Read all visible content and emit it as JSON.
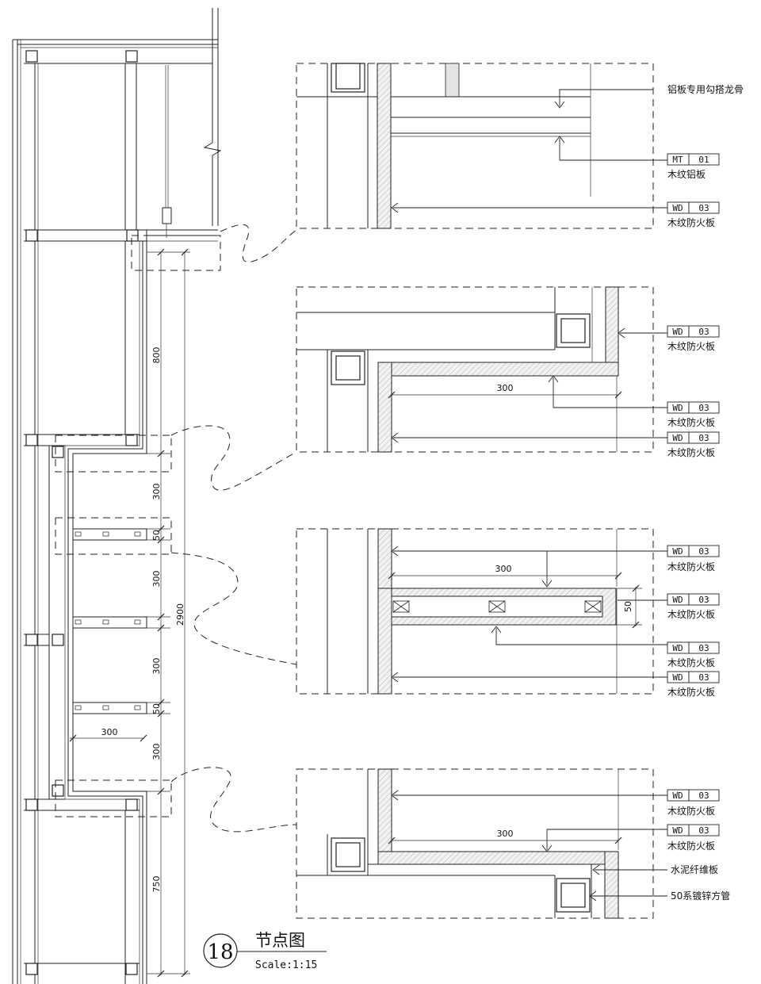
{
  "title_block": {
    "number": "18",
    "title": "节点图",
    "scale": "Scale:1:15"
  },
  "elevation": {
    "dims": {
      "d800": "800",
      "d300a": "300",
      "d50a": "50",
      "d300b": "300",
      "d2900": "2900",
      "d300c": "300",
      "d50b": "50",
      "d300d": "300",
      "d750": "750",
      "w300": "300"
    }
  },
  "detail1": {
    "callouts": [
      {
        "text": "铝板专用勾搭龙骨"
      },
      {
        "code": "MT",
        "num": "01",
        "text": "木纹铝板"
      },
      {
        "code": "WD",
        "num": "03",
        "text": "木纹防火板"
      }
    ]
  },
  "detail2": {
    "dim": "300",
    "callouts": [
      {
        "code": "WD",
        "num": "03",
        "text": "木纹防火板"
      },
      {
        "code": "WD",
        "num": "03",
        "text": "木纹防火板"
      },
      {
        "code": "WD",
        "num": "03",
        "text": "木纹防火板"
      }
    ]
  },
  "detail3": {
    "dim": "300",
    "dim_v": "50",
    "callouts": [
      {
        "code": "WD",
        "num": "03",
        "text": "木纹防火板"
      },
      {
        "code": "WD",
        "num": "03",
        "text": "木纹防火板"
      },
      {
        "code": "WD",
        "num": "03",
        "text": "木纹防火板"
      },
      {
        "code": "WD",
        "num": "03",
        "text": "木纹防火板"
      }
    ]
  },
  "detail4": {
    "dim": "300",
    "callouts": [
      {
        "code": "WD",
        "num": "03",
        "text": "木纹防火板"
      },
      {
        "code": "WD",
        "num": "03",
        "text": "木纹防火板"
      },
      {
        "text": "水泥纤维板"
      },
      {
        "text": "50系镀锌方管"
      }
    ]
  }
}
